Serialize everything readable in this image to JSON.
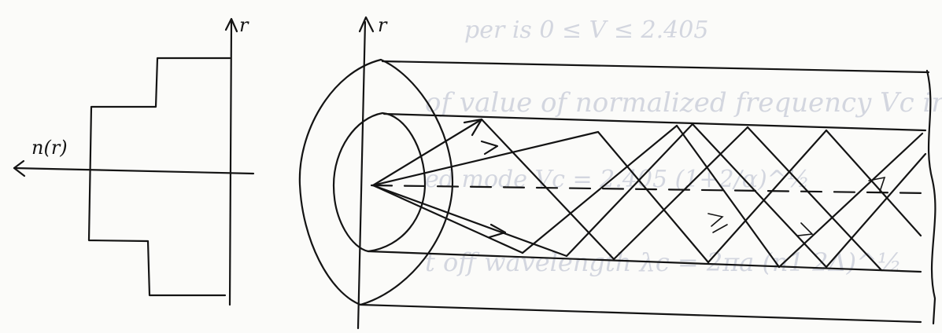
{
  "bleed_through": {
    "line1": "per is  0 ≤ V ≤ 2.405",
    "line2": "of value of normalized frequency Vc in",
    "line3": "ed mode   Vc = 2.405 (1+2/α)^½",
    "line4": "t off wavelength  λc = 2πa  (n1 2Δ)^½"
  },
  "labels": {
    "profile_axis_r": "r",
    "profile_axis_n": "n(r)",
    "fiber_axis_r": "r"
  }
}
